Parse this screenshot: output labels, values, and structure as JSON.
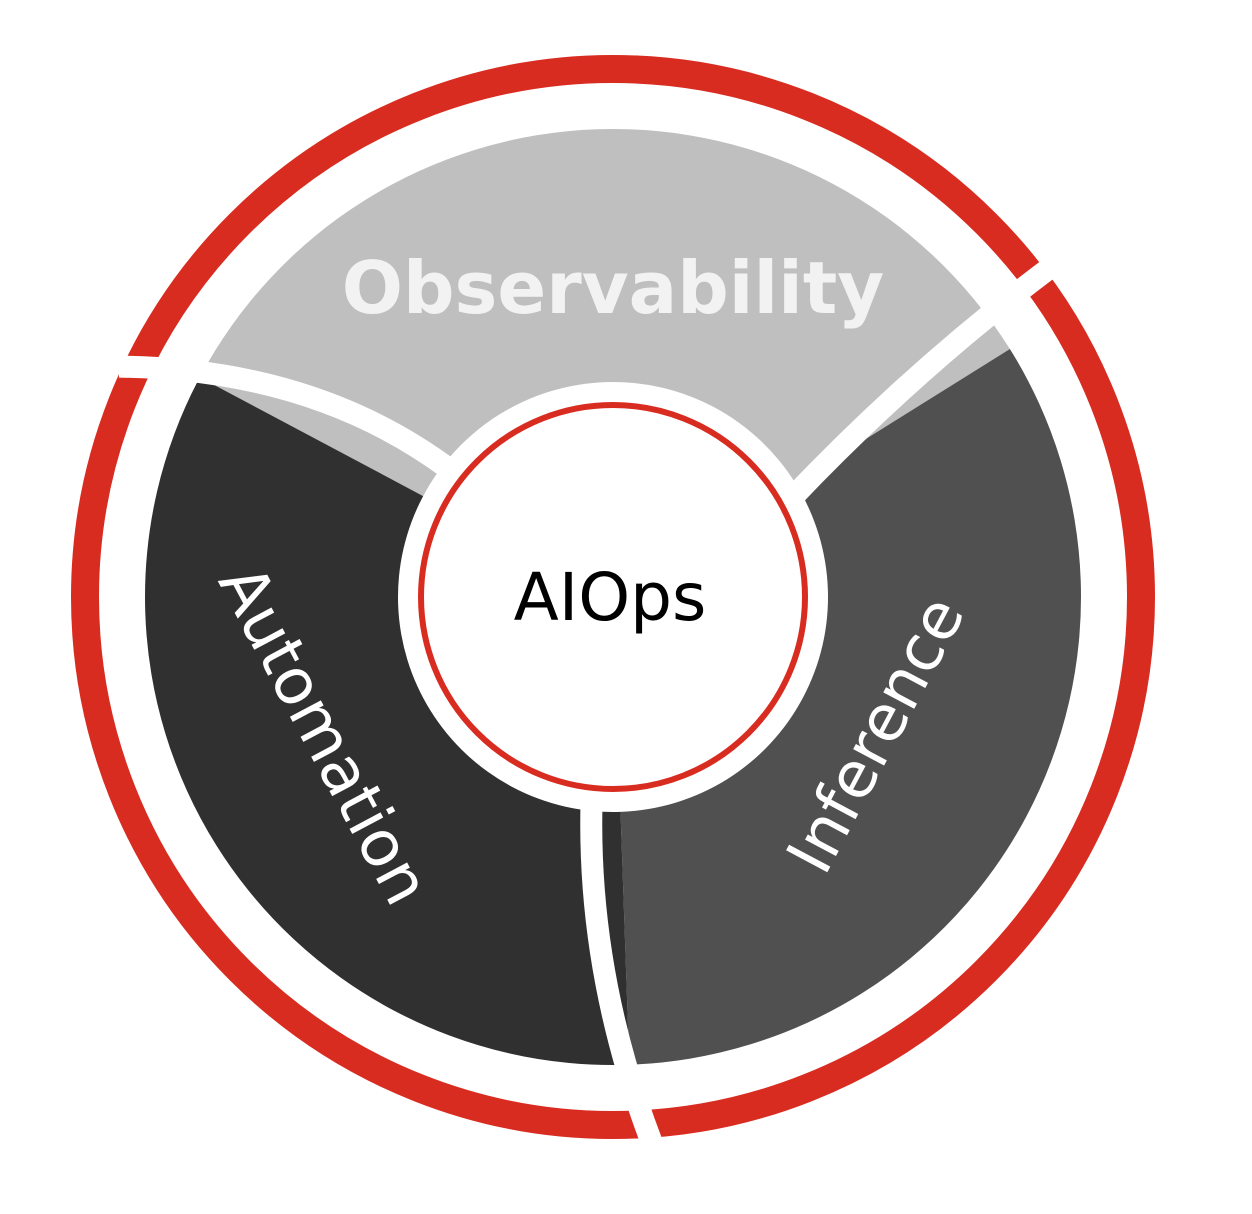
{
  "diagram": {
    "center_label": "AIOps",
    "segments": [
      {
        "label": "Observability",
        "color": "#bfbfbf",
        "text_color": "#f2f2f2"
      },
      {
        "label": "Inference",
        "color": "#505050",
        "text_color": "#ffffff"
      },
      {
        "label": "Automation",
        "color": "#303030",
        "text_color": "#ffffff"
      }
    ],
    "ring_color": "#d92c21"
  }
}
